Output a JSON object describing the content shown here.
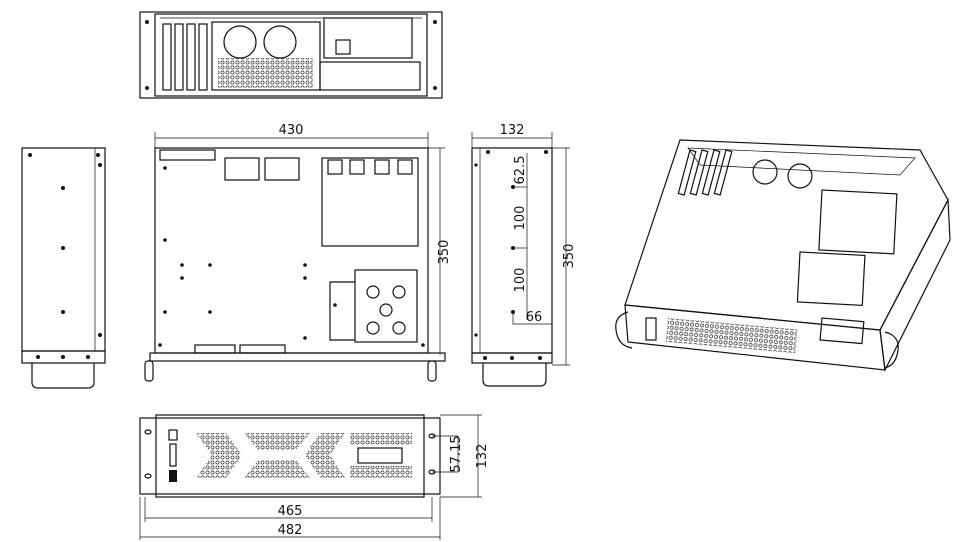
{
  "drawing": {
    "views": [
      "rear-view",
      "left-side-view",
      "top-view",
      "right-side-view",
      "isometric-view",
      "front-view"
    ],
    "dimensions": {
      "top_width": "430",
      "top_depth": "350",
      "side_width": "132",
      "side_offset_top": "62.5",
      "side_spacing_1": "100",
      "side_spacing_2": "100",
      "side_offset_bottom": "66",
      "side_depth": "350",
      "front_hole_spacing": "57.15",
      "front_height": "132",
      "front_inner_width": "465",
      "front_total_width": "482"
    }
  },
  "colors": {
    "line": "#111111",
    "background": "#ffffff"
  }
}
